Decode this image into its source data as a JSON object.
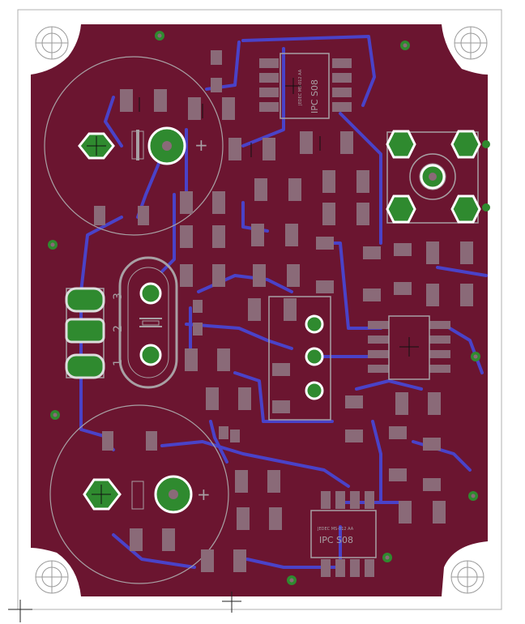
{
  "colors": {
    "background": "#ffffff",
    "outline": "#b0b0b0",
    "copper": "#6b1530",
    "trace": "#4a42c8",
    "pad": "#8a6a78",
    "via": "#2f8a2f",
    "silk": "#a8a0a4",
    "hole_ring": "#9a9a9a"
  },
  "silkscreen": {
    "connector_pins": [
      "3",
      "2",
      "1"
    ],
    "polarity_marks": [
      "+",
      "+"
    ],
    "ic_top_name": "IPC S08",
    "ic_top_desc": "JEDEC MS-012 AA",
    "ic_bottom_name": "IPC S08",
    "ic_bottom_desc": "JEDEC MS-012 AA"
  }
}
